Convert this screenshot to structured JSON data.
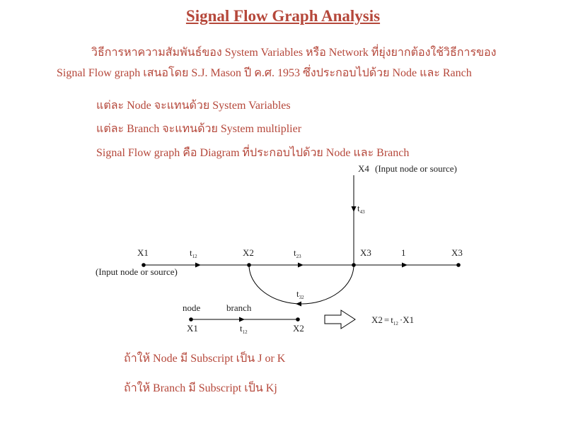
{
  "title": "Signal Flow Graph Analysis",
  "intro": {
    "line1": "วิธีการหาความสัมพันธ์ของ System Variables หรือ Network ที่ยุ่งยากต้องใช้วิธีการของ",
    "line2": "Signal Flow graph เสนอโดย S.J. Mason ปี ค.ศ. 1953 ซึ่งประกอบไปด้วย Node และ Ranch"
  },
  "points": [
    "แต่ละ Node จะแทนด้วย System Variables",
    "แต่ละ Branch จะแทนด้วย System multiplier",
    "Signal Flow graph คือ Diagram ที่ประกอบไปด้วย Node และ Branch"
  ],
  "graph": {
    "nodes": {
      "x1": "X1",
      "x2": "X2",
      "x3": "X3",
      "x3_out": "X3",
      "x4": "X4"
    },
    "x4_note": "(Input node or source)",
    "x1_note": "(Input node or source)",
    "branches": {
      "t12": {
        "base": "t",
        "sub": "12"
      },
      "t23": {
        "base": "t",
        "sub": "23"
      },
      "t43": {
        "base": "t",
        "sub": "43"
      },
      "t32": {
        "base": "t",
        "sub": "32"
      },
      "unit": "1"
    }
  },
  "legend": {
    "node_label": "node",
    "branch_label": "branch",
    "from": "X1",
    "to": "X2",
    "gain": {
      "base": "t",
      "sub": "12"
    },
    "equation": {
      "lhs": "X2",
      "eq": "=",
      "t": "t",
      "sub": "12",
      "dot": "·",
      "rhs": "X1"
    }
  },
  "notes": [
    "ถ้าให้ Node มี Subscript เป็น J or K",
    "ถ้าให้ Branch มี Subscript เป็น Kj"
  ],
  "colors": {
    "text_red": "#b5473a",
    "line": "#000000"
  }
}
